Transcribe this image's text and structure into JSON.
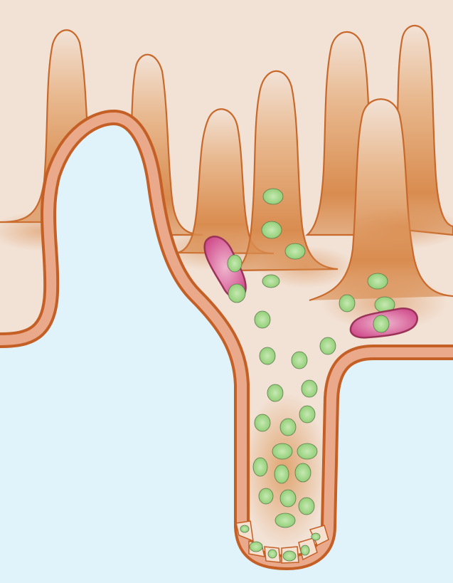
{
  "colors": {
    "background": "#ffffff",
    "lumen": "#e0f2fa",
    "tissue": "#f2e2d6",
    "villus_outline": "#c8692b",
    "villus_fill": "#dd9a5e",
    "epithelium_fill": "#e9a98a",
    "epithelium_outline": "#c45f25",
    "cell_fill": "#a8d98e",
    "cell_outline": "#5a7a4e",
    "magenta_cell": "#d04a8c",
    "magenta_outline": "#9b3358"
  },
  "diagram": {
    "green_cell_count": 36,
    "magenta_cell_count": 2,
    "base_cell_count": 6
  }
}
